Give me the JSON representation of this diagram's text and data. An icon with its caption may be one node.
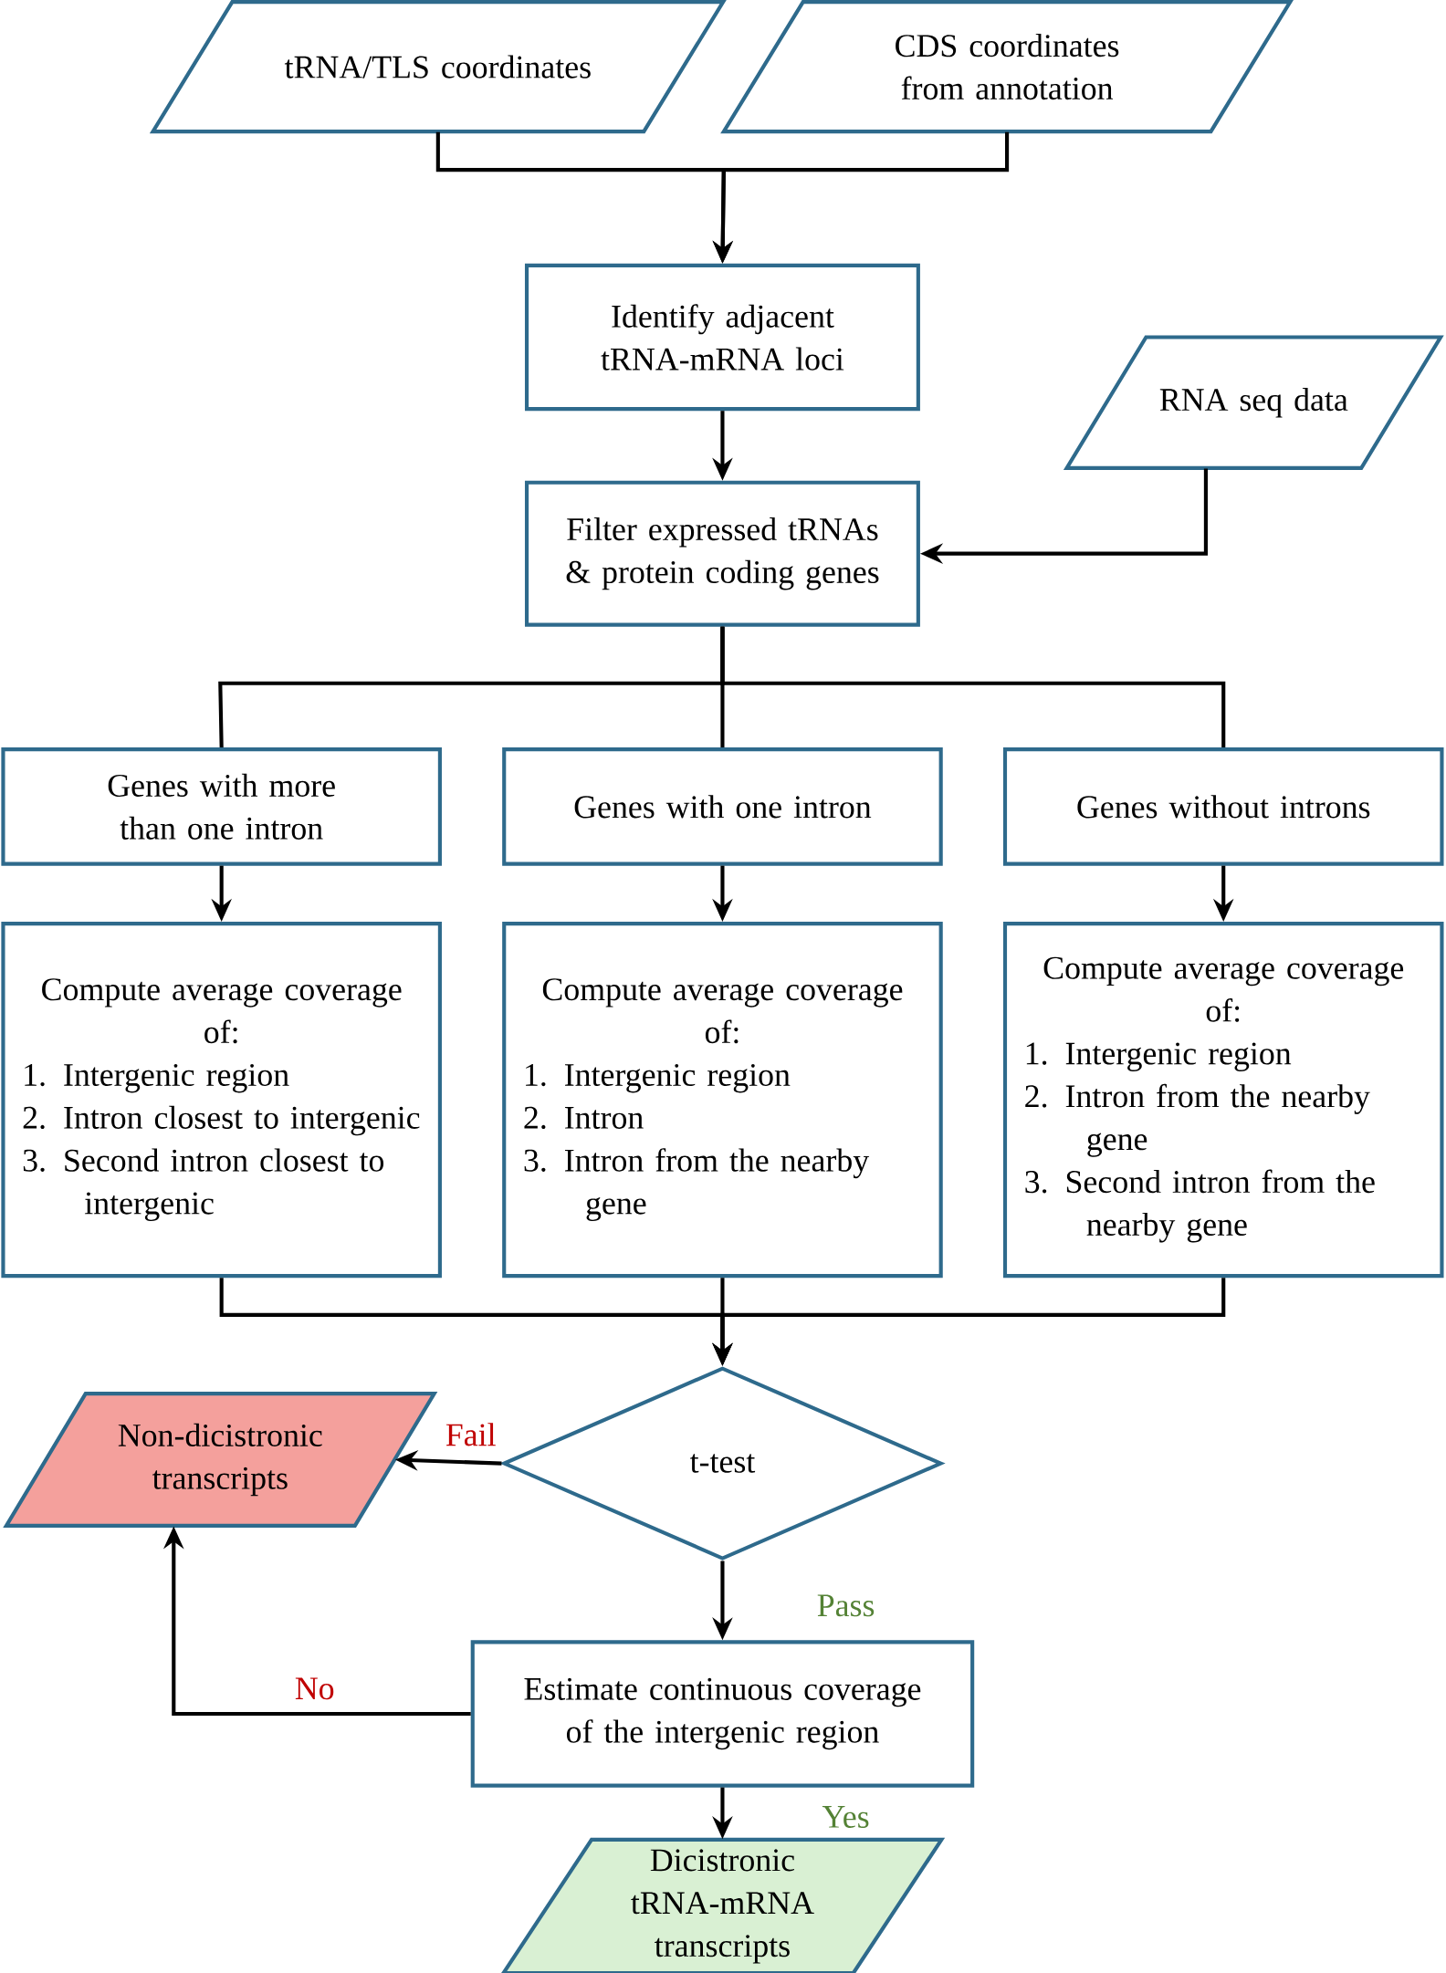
{
  "diagram": {
    "nodes": [
      {
        "text": [
          "tRNA/TLS coordinates"
        ]
      },
      {
        "text": [
          "CDS coordinates from annotation"
        ]
      },
      {
        "text": [
          "Identify adjacent tRNA-mRNA loci"
        ]
      },
      {
        "text": [
          "RNA seq data"
        ]
      },
      {
        "text": [
          "Filter expressed tRNAs & protein coding genes"
        ]
      },
      {
        "text": [
          "Genes with more than one intron"
        ]
      },
      {
        "text": [
          "Genes with one intron"
        ]
      },
      {
        "text": [
          "Genes without introns"
        ]
      },
      {
        "text": [
          "Compute average coverage of:",
          "1. Intergenic region",
          "2. Intron closest to intergenic",
          "3. Second intron closest to intergenic"
        ]
      },
      {
        "text": [
          "Compute average coverage of:",
          "1. Intergenic region",
          "2. Intron",
          "3. Intron from the nearby gene"
        ]
      },
      {
        "text": [
          "Compute average coverage of:",
          "1. Intergenic region",
          "2. Intron from the nearby gene",
          "3. Second intron from the nearby gene"
        ]
      },
      {
        "text": [
          "t-test"
        ]
      },
      {
        "text": [
          "Non-dicistronic transcripts"
        ]
      },
      {
        "text": [
          "Estimate continuous coverage of the intergenic region"
        ]
      },
      {
        "text": [
          "Dicistronic tRNA-mRNA transcripts"
        ]
      }
    ],
    "edges": [
      {
        "from": 0,
        "to": 2,
        "arrow": "to"
      },
      {
        "from": 1,
        "to": 2,
        "arrow": "to"
      },
      {
        "from": 2,
        "to": 4,
        "arrow": "to"
      },
      {
        "from": 3,
        "to": 4,
        "arrow": "to"
      },
      {
        "from": 4,
        "to": 5,
        "arrow": "none"
      },
      {
        "from": 4,
        "to": 6,
        "arrow": "none"
      },
      {
        "from": 4,
        "to": 7,
        "arrow": "none"
      },
      {
        "from": 5,
        "to": 8,
        "arrow": "to"
      },
      {
        "from": 6,
        "to": 9,
        "arrow": "to"
      },
      {
        "from": 7,
        "to": 10,
        "arrow": "to"
      },
      {
        "from": 8,
        "to": 11,
        "arrow": "to"
      },
      {
        "from": 9,
        "to": 11,
        "arrow": "to"
      },
      {
        "from": 10,
        "to": 11,
        "arrow": "to"
      },
      {
        "from": 11,
        "to": 12,
        "arrow": "to",
        "label": "Fail"
      },
      {
        "from": 11,
        "to": 13,
        "arrow": "to",
        "label": "Pass"
      },
      {
        "from": 13,
        "to": 12,
        "arrow": "to",
        "label": "No"
      },
      {
        "from": 13,
        "to": 14,
        "arrow": "to",
        "label": "Yes"
      }
    ]
  }
}
